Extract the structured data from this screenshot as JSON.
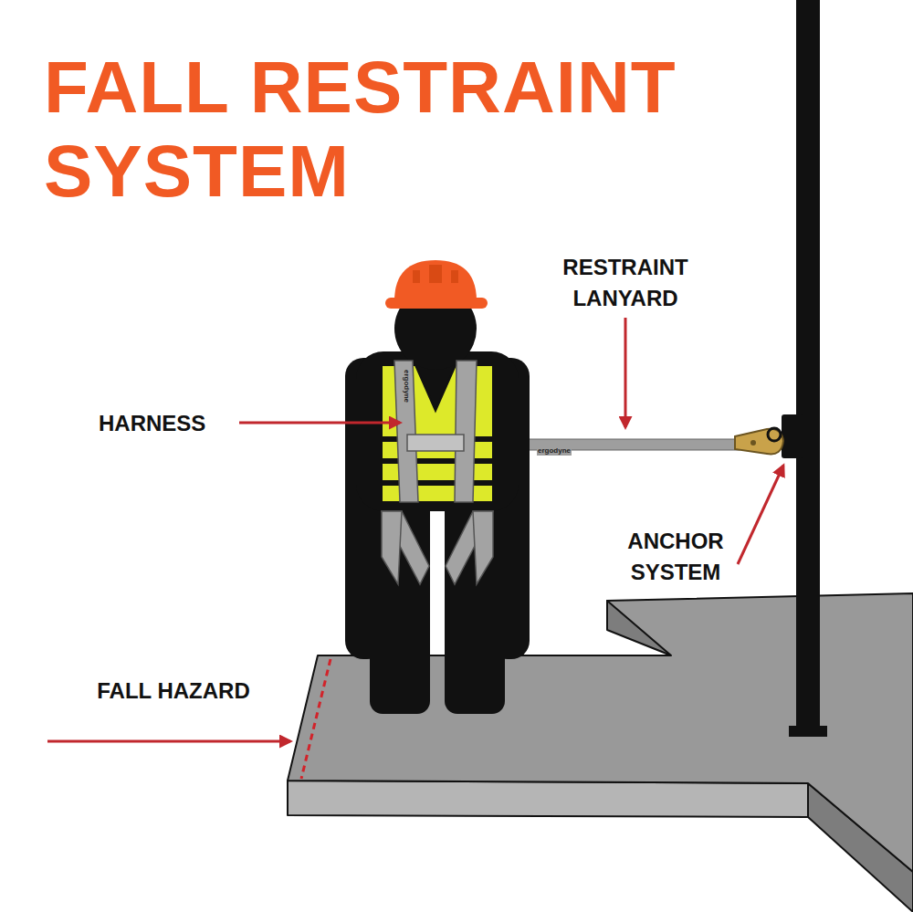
{
  "diagram": {
    "title": "FALL RESTRAINT SYSTEM",
    "labels": [
      "RESTRAINT LANYARD",
      "HARNESS",
      "ergodyne",
      "ergodyne",
      "ANCHOR SYSTEM",
      "FALL HAZARD"
    ]
  }
}
